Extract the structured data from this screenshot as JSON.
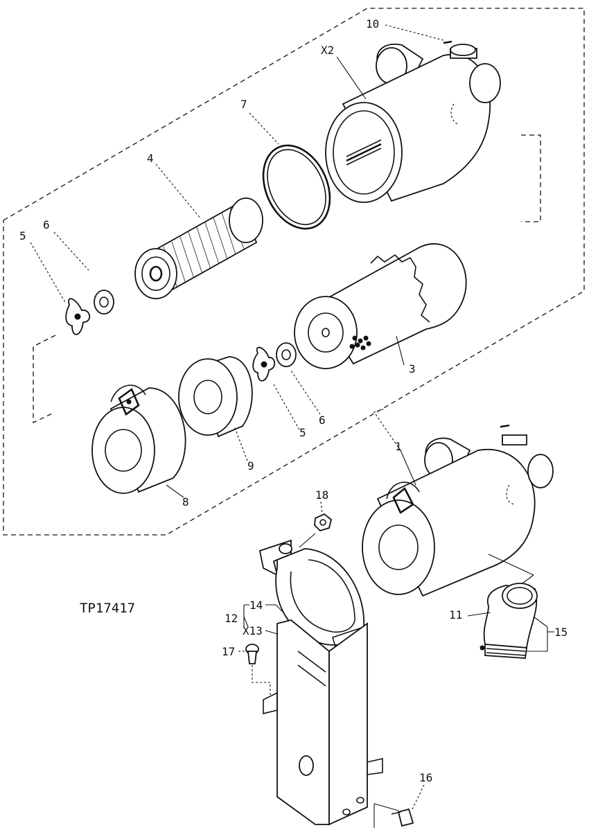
{
  "figure_id": "TP17417",
  "callouts": {
    "c1": "1",
    "c3": "3",
    "c4": "4",
    "c5a": "5",
    "c5b": "5",
    "c6a": "6",
    "c6b": "6",
    "c7": "7",
    "c8": "8",
    "c9": "9",
    "c10": "10",
    "c11": "11",
    "c12": "12",
    "c13": "X13",
    "c14": "14",
    "c15": "15",
    "c16": "16",
    "c17": "17",
    "c18": "18",
    "cx2": "X2"
  },
  "colors": {
    "ink": "#111111",
    "paper": "#ffffff"
  }
}
